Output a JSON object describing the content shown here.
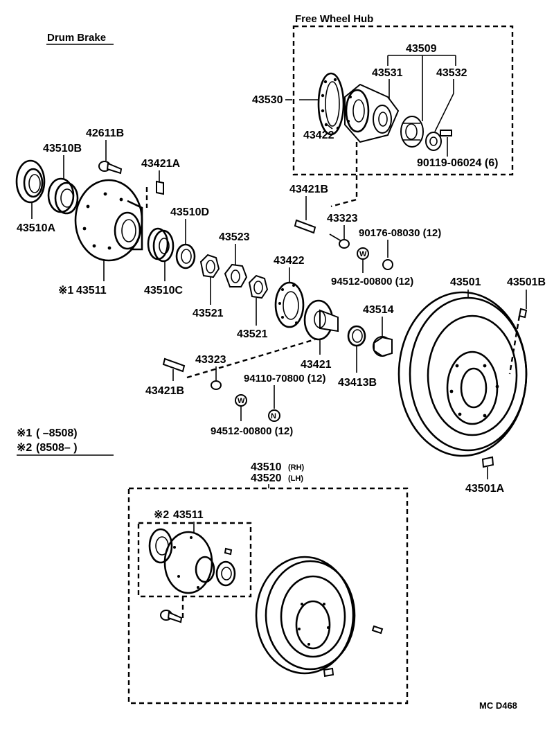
{
  "titles": {
    "drum_brake": "Drum Brake",
    "free_wheel_hub": "Free Wheel Hub",
    "corner_code": "MC  D468"
  },
  "parts": {
    "p43509": "43509",
    "p43531": "43531",
    "p43532": "43532",
    "p43530": "43530",
    "p43422_top": "43422",
    "p90119": "90119-06024 (6)",
    "p42611B": "42611B",
    "p43510B": "43510B",
    "p43421A": "43421A",
    "p43510A": "43510A",
    "p43511": "43511",
    "p43510D": "43510D",
    "p43510C": "43510C",
    "p43523": "43523",
    "p43521_a": "43521",
    "p43521_b": "43521",
    "p43421B_top": "43421B",
    "p43323_top": "43323",
    "p90176": "90176-08030 (12)",
    "p94512_top": "94512-00800 (12)",
    "p43422_mid": "43422",
    "p43501": "43501",
    "p43501B": "43501B",
    "p43514": "43514",
    "p43421": "43421",
    "p43413B": "43413B",
    "p43323_mid": "43323",
    "p43421B_mid": "43421B",
    "p94110": "94110-70800 (12)",
    "p94512_bot": "94512-00800 (12)",
    "p43501A": "43501A",
    "p43510_rh": "43510",
    "rh": "(RH)",
    "p43520_lh": "43520",
    "lh": "(LH)",
    "p43511_2": "43511"
  },
  "markers": {
    "m1": "※1",
    "m2": "※2",
    "w": "W",
    "n": "N"
  },
  "legend": {
    "row1_mark": "※1",
    "row1_text": "(        –8508)",
    "row2_mark": "※2",
    "row2_text": "(8508–        )"
  }
}
